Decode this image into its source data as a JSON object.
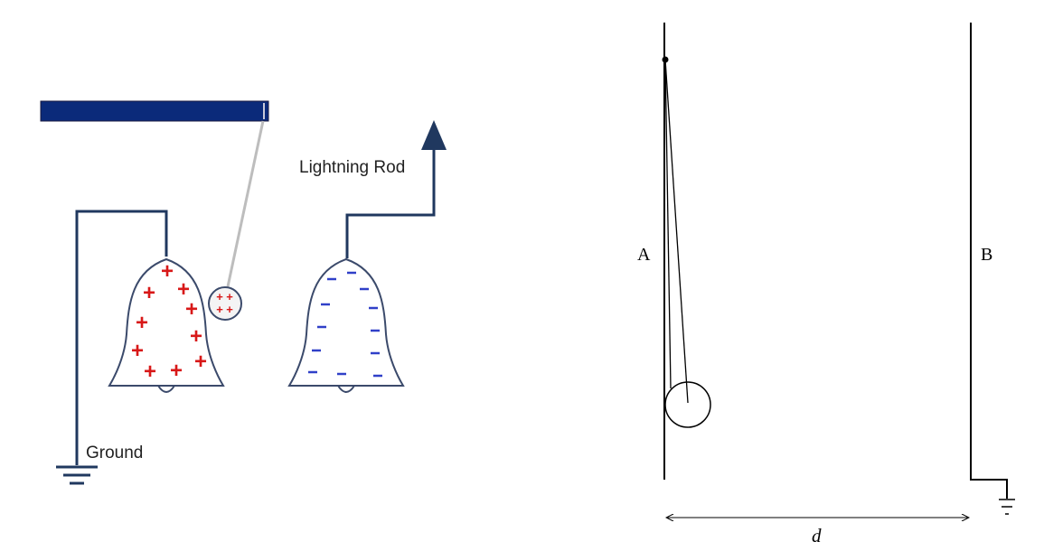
{
  "left_figure": {
    "labels": {
      "lightning_rod": "Lightning Rod",
      "ground": "Ground"
    },
    "colors": {
      "wire": "#20385f",
      "bar": "#0b2a7a",
      "positive": "#d81818",
      "negative": "#3040c8",
      "thread": "#bdbdbd",
      "bell_outline": "#3b4a6b"
    },
    "left_bell_charge": "+",
    "ball_charge": "+",
    "right_bell_charge": "-"
  },
  "right_figure": {
    "labels": {
      "plate_a": "A",
      "plate_b": "B",
      "distance": "d"
    }
  }
}
